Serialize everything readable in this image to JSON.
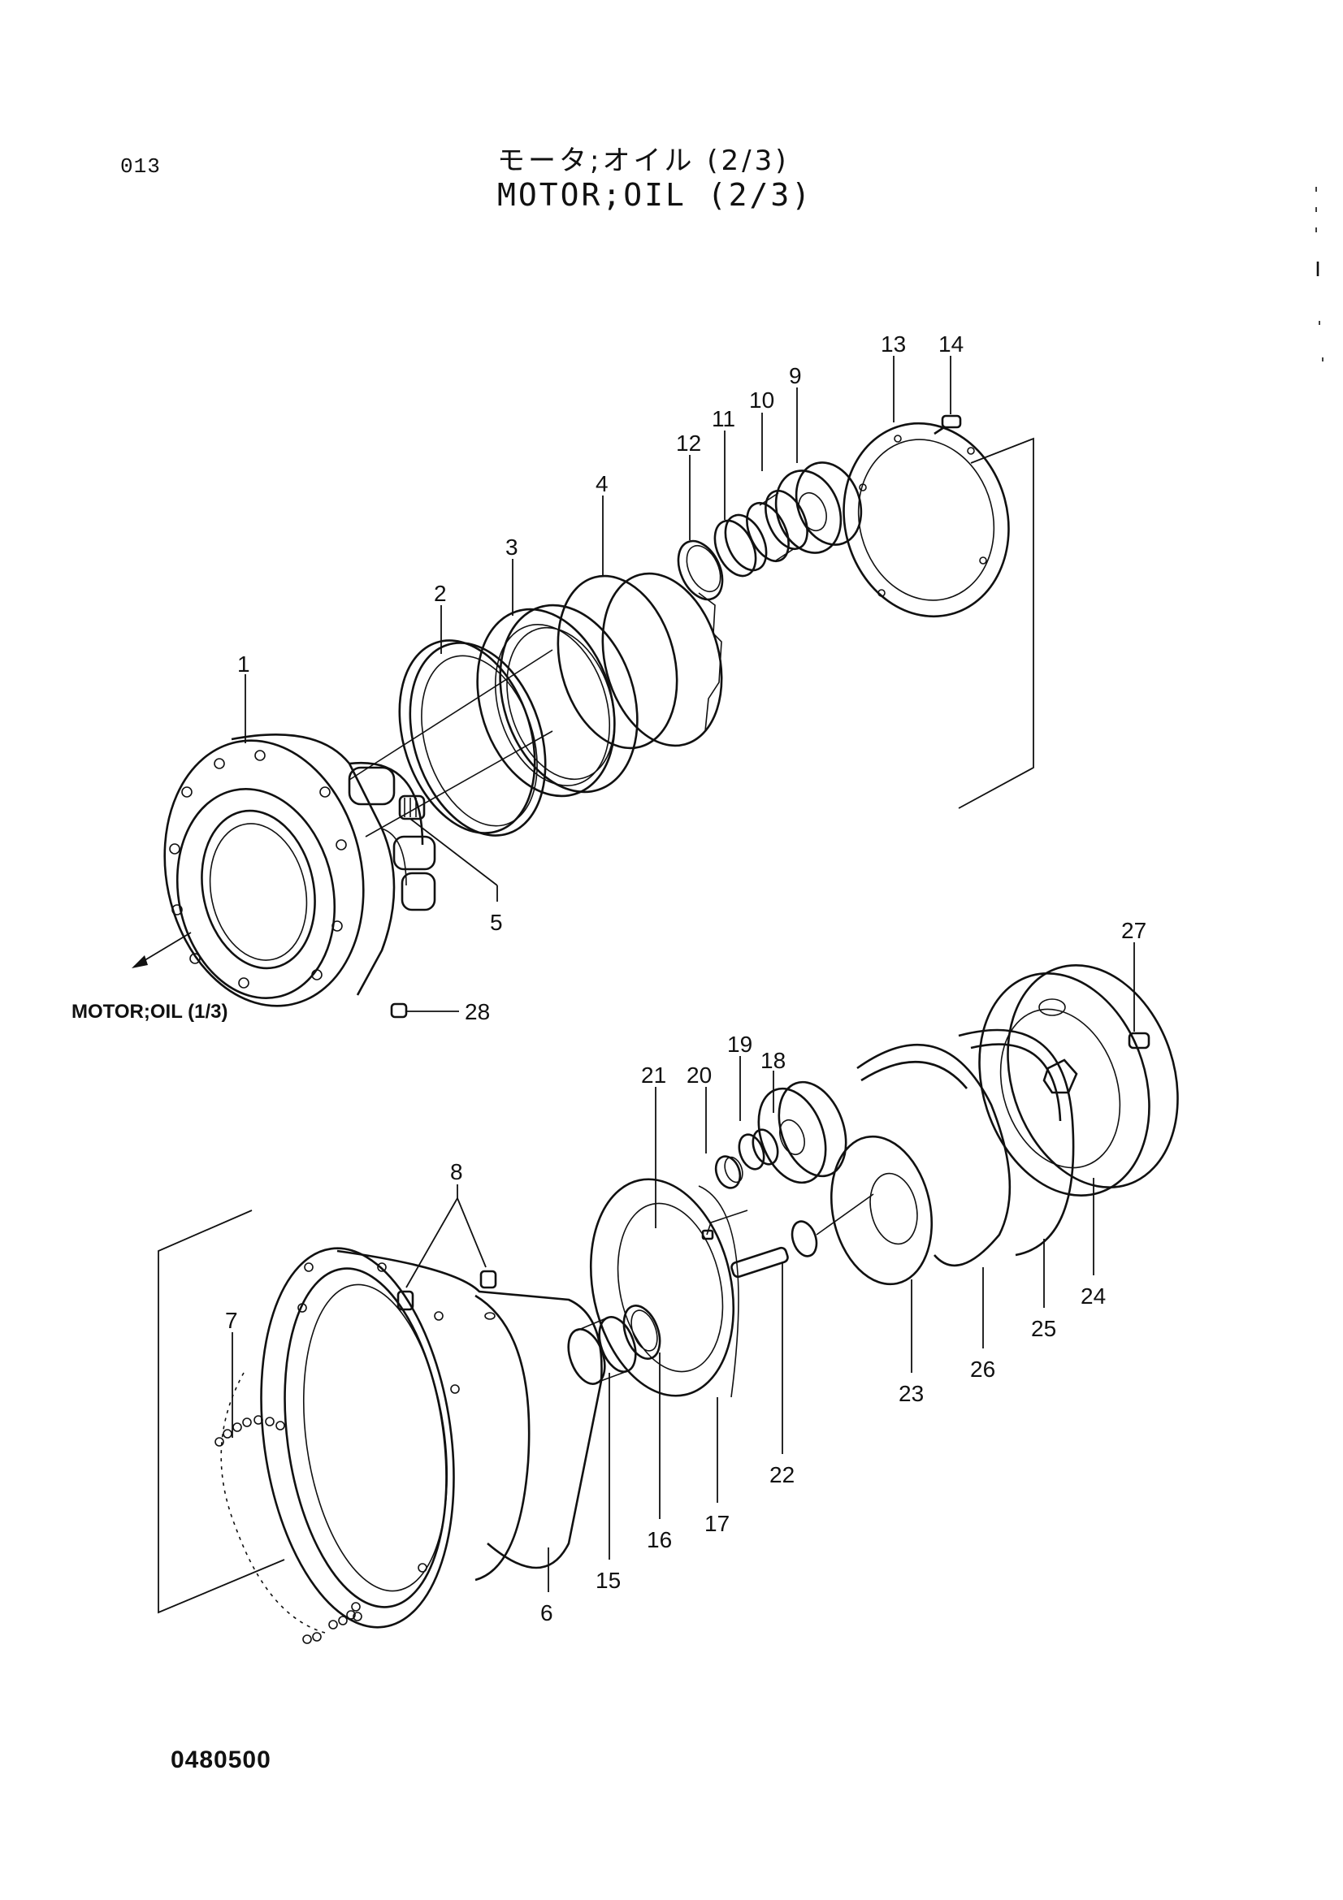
{
  "header": {
    "page_number": "013",
    "title_jp": "モータ;オイル (2/3)",
    "title_en": "MOTOR;OIL (2/3)"
  },
  "cross_reference": "MOTOR;OIL (1/3)",
  "drawing_number": "0480500",
  "callouts": [
    "1",
    "2",
    "3",
    "4",
    "5",
    "6",
    "7",
    "8",
    "9",
    "10",
    "11",
    "12",
    "13",
    "14",
    "15",
    "16",
    "17",
    "18",
    "19",
    "20",
    "21",
    "22",
    "23",
    "24",
    "25",
    "26",
    "27",
    "28"
  ]
}
